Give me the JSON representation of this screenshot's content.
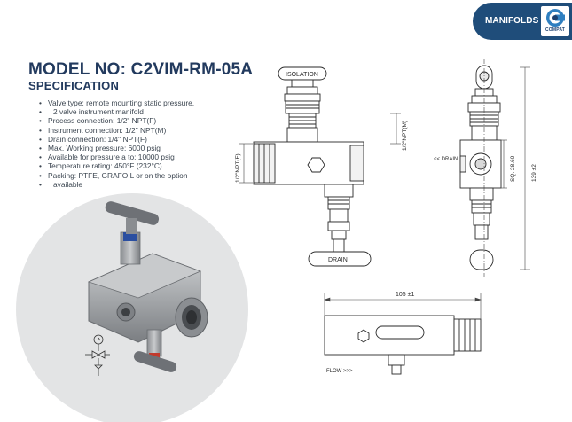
{
  "badge": {
    "label": "MANIFOLDS",
    "logo_text": "COMPAT"
  },
  "header": {
    "model": "MODEL NO: C2VIM-RM-05A",
    "spec_heading": "SPECIFICATION"
  },
  "specifications": [
    "Valve type: remote mounting static pressure,",
    "2 valve instrument manifold",
    "Process connection: 1/2\" NPT(F)",
    "Instrument connection: 1/2\" NPT(M)",
    "Drain connection: 1/4\" NPT(F)",
    "Max. Working pressure: 6000 psig",
    "Available for pressure a to: 10000 psig",
    "Temperature rating: 450°F (232°C)",
    "Packing: PTFE, GRAFOIL or on the option",
    "available"
  ],
  "drawing_labels": {
    "isolation": "ISOLATION",
    "drain": "DRAIN",
    "instrument_conn": "1/2\"NPT(M)",
    "process_conn": "1/2\"NPT(F)",
    "drain_arrow": "<< DRAIN",
    "square": "SQ. 28.60",
    "height": "139 ±2",
    "length": "105 ±1",
    "flow": "FLOW >>>"
  },
  "colors": {
    "brand_navy": "#1f4d7a",
    "title_blue": "#223a5e",
    "badge_accent": "#2f7fc0",
    "photo_background": "#e3e4e5",
    "valve_steel": "#9a9da1",
    "handle_grey": "#6e7176",
    "stem_blue": "#2b4fa0",
    "seal_red": "#c23a2d"
  },
  "icons": {
    "gauge_schematic": "pressure-gauge-schematic-icon",
    "logo": "compat-c-logo-icon"
  }
}
